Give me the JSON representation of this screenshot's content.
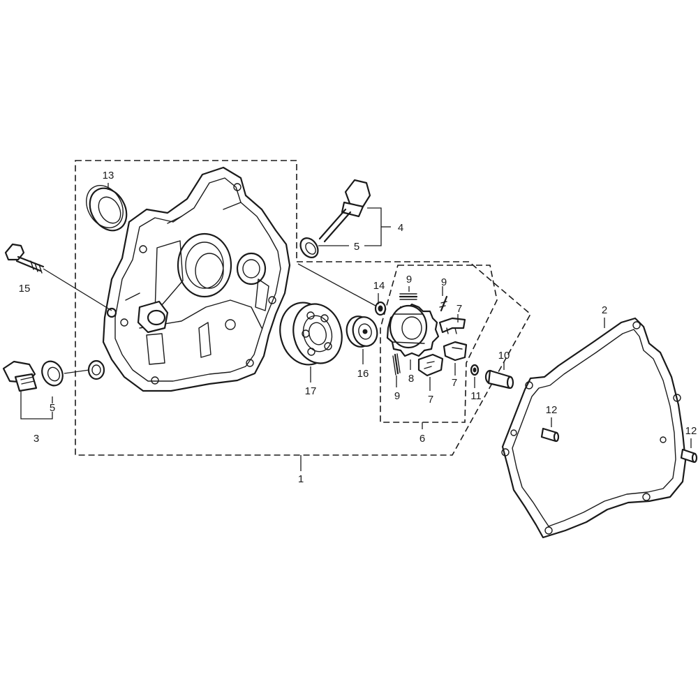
{
  "callouts": {
    "c1": "1",
    "c2": "2",
    "c3": "3",
    "c4": "4",
    "c5a": "5",
    "c5b": "5",
    "c6": "6",
    "c7a": "7",
    "c7b": "7",
    "c7c": "7",
    "c8": "8",
    "c9a": "9",
    "c9b": "9",
    "c9c": "9",
    "c10": "10",
    "c11": "11",
    "c12a": "12",
    "c12b": "12",
    "c13": "13",
    "c14": "14",
    "c15": "15",
    "c16": "16",
    "c17": "17"
  }
}
